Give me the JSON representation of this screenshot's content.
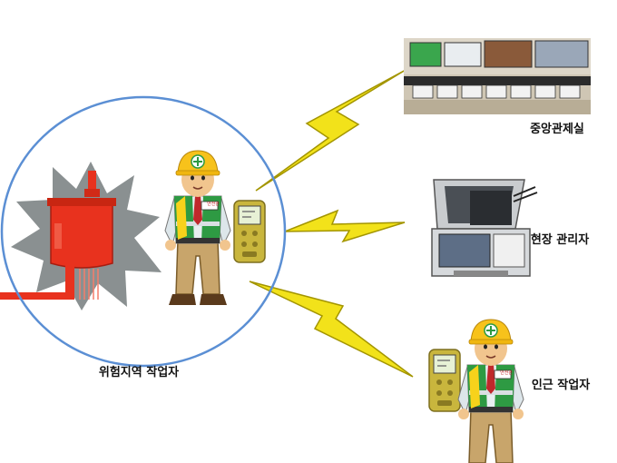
{
  "labels": {
    "danger_zone_worker": "위험지역 작업자",
    "control_room": "중앙관제실",
    "site_manager": "현장 관리자",
    "nearby_worker": "인근 작업자"
  },
  "badge_text": "안전관",
  "colors": {
    "zone_circle": "#5b8fd4",
    "lightning": "#f2e21a",
    "hazard_burst": "#8a9091",
    "hazard_equipment": "#e8321e",
    "helmet": "#f7c21b",
    "detector": "#c9b63d"
  },
  "icons": {
    "control_room": "control-room-monitor-wall-icon",
    "site_manager": "briefcase-monitoring-station-icon",
    "detector": "gas-detector-icon",
    "worker": "safety-worker-icon",
    "hazard": "gas-leak-hazard-icon"
  }
}
